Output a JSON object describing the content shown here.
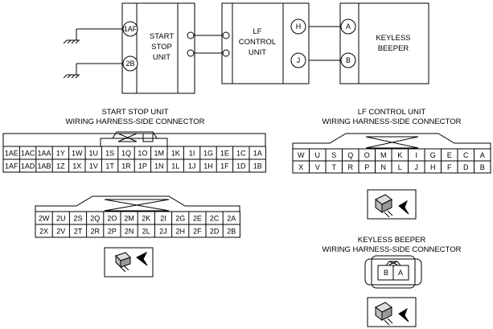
{
  "wiring": {
    "start_stop": {
      "name_lines": [
        "START",
        "STOP",
        "UNIT"
      ],
      "pins": [
        "1AF",
        "2B"
      ]
    },
    "lf_control": {
      "name_lines": [
        "LF",
        "CONTROL",
        "UNIT"
      ],
      "pins": [
        "H",
        "J"
      ]
    },
    "keyless_beeper": {
      "name_lines": [
        "KEYLESS",
        "BEEPER"
      ],
      "pins": [
        "A",
        "B"
      ]
    }
  },
  "connectors": {
    "start_stop_title": [
      "START STOP UNIT",
      "WIRING HARNESS-SIDE CONNECTOR"
    ],
    "start_stop_top_rows": [
      [
        "1AE",
        "1AC",
        "1AA",
        "1Y",
        "1W",
        "1U",
        "1S",
        "1Q",
        "1O",
        "1M",
        "1K",
        "1I",
        "1G",
        "1E",
        "1C",
        "1A"
      ],
      [
        "1AF",
        "1AD",
        "1AB",
        "1Z",
        "1X",
        "1V",
        "1T",
        "1R",
        "1P",
        "1N",
        "1L",
        "1J",
        "1H",
        "1F",
        "1D",
        "1B"
      ]
    ],
    "start_stop_bottom_rows": [
      [
        "2W",
        "2U",
        "2S",
        "2Q",
        "2O",
        "2M",
        "2K",
        "2I",
        "2G",
        "2E",
        "2C",
        "2A"
      ],
      [
        "2X",
        "2V",
        "2T",
        "2R",
        "2P",
        "2N",
        "2L",
        "2J",
        "2H",
        "2F",
        "2D",
        "2B"
      ]
    ],
    "lf_title": [
      "LF CONTROL UNIT",
      "WIRING HARNESS-SIDE CONNECTOR"
    ],
    "lf_rows": [
      [
        "W",
        "U",
        "S",
        "Q",
        "O",
        "M",
        "K",
        "I",
        "G",
        "E",
        "C",
        "A"
      ],
      [
        "X",
        "V",
        "T",
        "R",
        "P",
        "N",
        "L",
        "J",
        "H",
        "F",
        "D",
        "B"
      ]
    ],
    "keyless_title": [
      "KEYLESS BEEPER",
      "WIRING HARNESS-SIDE CONNECTOR"
    ],
    "keyless_pins": [
      "B",
      "A"
    ]
  }
}
